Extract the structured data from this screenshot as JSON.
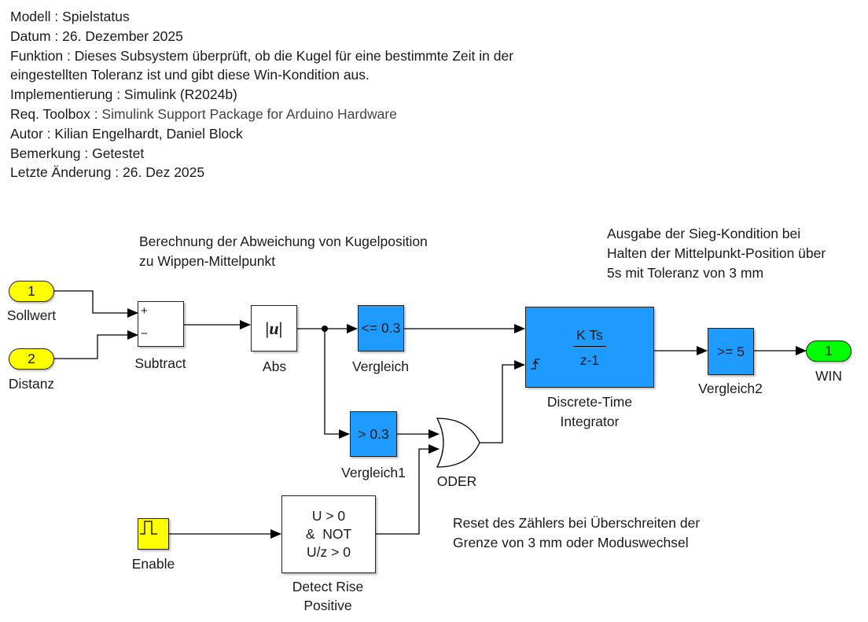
{
  "info": {
    "modell": "Modell : Spielstatus",
    "datum": "Datum : 26. Dezember 2025",
    "funktion_1": "Funktion : Dieses Subsystem überprüft, ob die Kugel für eine bestimmte Zeit in der",
    "funktion_2": "eingestellten Toleranz ist und gibt diese Win-Kondition aus.",
    "implementierung": "Implementierung : Simulink (R2024b)",
    "toolbox_label": "Req. Toolbox : ",
    "toolbox_value": "Simulink Support Package for Arduino Hardware",
    "autor": "Autor : Kilian Engelhardt, Daniel Block",
    "bemerkung": "Bemerkung : Getestet",
    "letzte_aenderung": "Letzte Änderung : 26. Dez 2025"
  },
  "annotations": {
    "abweichung_1": "Berechnung der Abweichung von Kugelposition",
    "abweichung_2": "zu Wippen-Mittelpunkt",
    "sieg_1": "Ausgabe der Sieg-Kondition bei",
    "sieg_2": "Halten der Mittelpunkt-Position über",
    "sieg_3": "5s mit Toleranz von 3 mm",
    "reset_1": "Reset des Zählers bei Überschreiten der",
    "reset_2": "Grenze von 3 mm oder Moduswechsel"
  },
  "blocks": {
    "inport1": {
      "number": "1",
      "name": "Sollwert",
      "color": "#ffff00"
    },
    "inport2": {
      "number": "2",
      "name": "Distanz",
      "color": "#ffff00"
    },
    "subtract": {
      "name": "Subtract",
      "plus": "+",
      "minus": "−"
    },
    "abs": {
      "name": "Abs",
      "symbol": "|u|"
    },
    "vergleich": {
      "name": "Vergleich",
      "expr": "<= 0.3",
      "color": "#1f9bff"
    },
    "vergleich1": {
      "name": "Vergleich1",
      "expr": "> 0.3",
      "color": "#1f9bff"
    },
    "oder": {
      "name": "ODER"
    },
    "integrator": {
      "name_1": "Discrete-Time",
      "name_2": "Integrator",
      "numerator": "K Ts",
      "denominator": "z-1",
      "color": "#1f9bff"
    },
    "vergleich2": {
      "name": "Vergleich2",
      "expr": ">= 5",
      "color": "#1f9bff"
    },
    "outport": {
      "number": "1",
      "name": "WIN",
      "color": "#00ff00"
    },
    "enable": {
      "name": "Enable",
      "color": "#ffff00"
    },
    "detect": {
      "name_1": "Detect Rise",
      "name_2": "Positive",
      "line_1": "U > 0",
      "line_2": "&  NOT",
      "line_3": "U/z > 0"
    }
  }
}
